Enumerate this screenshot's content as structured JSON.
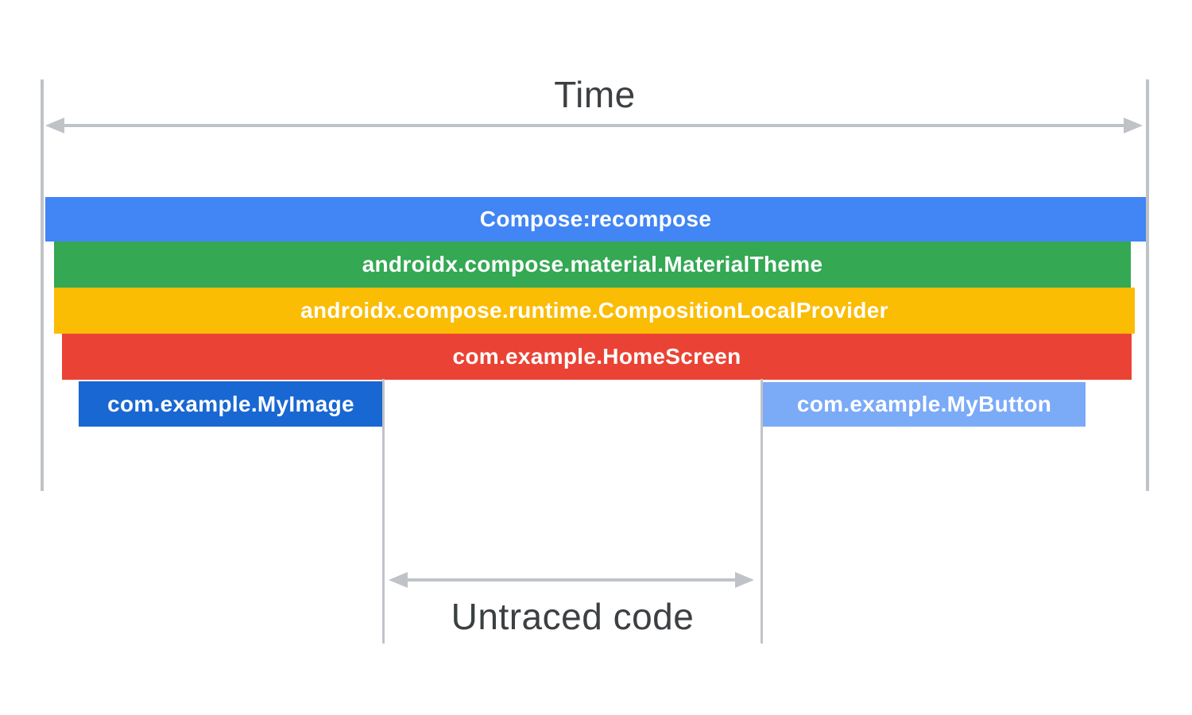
{
  "diagram": {
    "time_axis": {
      "label": "Time"
    },
    "trace_bars": [
      {
        "id": "recompose",
        "label": "Compose:recompose",
        "color": "#4285F4"
      },
      {
        "id": "material-theme",
        "label": "androidx.compose.material.MaterialTheme",
        "color": "#34A853"
      },
      {
        "id": "composition-local-provider",
        "label": "androidx.compose.runtime.CompositionLocalProvider",
        "color": "#FBBC04"
      },
      {
        "id": "home-screen",
        "label": "com.example.HomeScreen",
        "color": "#EA4335"
      },
      {
        "id": "my-image",
        "label": "com.example.MyImage",
        "color": "#1967D2"
      },
      {
        "id": "my-button",
        "label": "com.example.MyButton",
        "color": "#7BAAF7"
      }
    ],
    "untraced": {
      "label": "Untraced code"
    },
    "colors": {
      "guide_line": "#BFC3C8",
      "label_text": "#3C4043",
      "bar_text": "#FFFFFF",
      "background": "#FFFFFF"
    }
  }
}
